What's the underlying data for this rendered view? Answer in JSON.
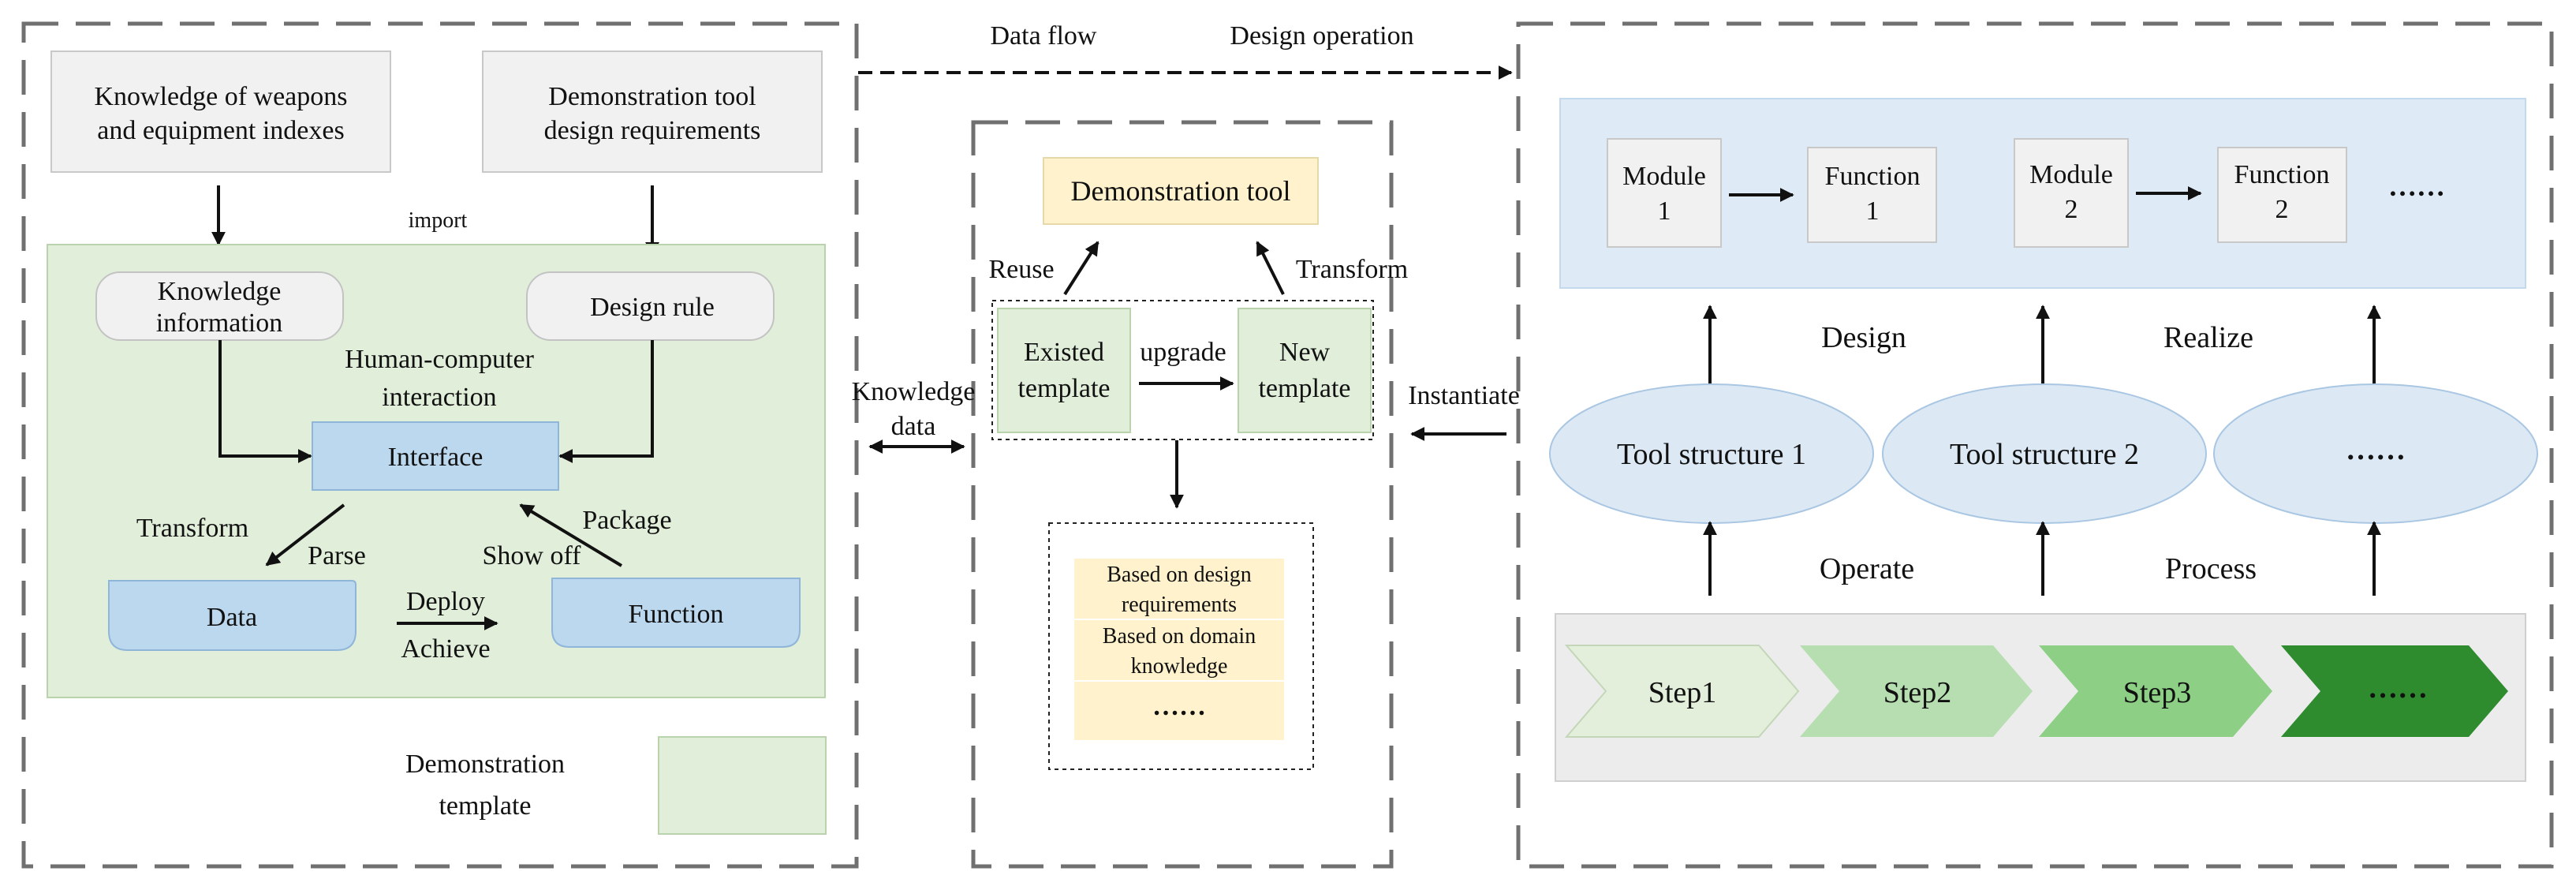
{
  "colors": {
    "grey_box": "#f1f1f1",
    "green_panel": "#e1efda",
    "blue_node": "#bcd8ee",
    "blue_panel": "#deebf7",
    "ellipse": "#dce9f5",
    "yellow": "#fff2cc",
    "step1": "#e3efdb",
    "step2": "#b6deb0",
    "step3": "#8ccf85",
    "step4": "#2e8b2e"
  },
  "left": {
    "knowledge_line1": "Knowledge of weapons",
    "knowledge_line2": "and equipment indexes",
    "design_req_line1": "Demonstration tool",
    "design_req_line2": "design requirements",
    "import": "import",
    "knowledge_info_line1": "Knowledge",
    "knowledge_info_line2": "information",
    "design_rule": "Design rule",
    "hci_line1": "Human-computer",
    "hci_line2": "interaction",
    "interface": "Interface",
    "transform": "Transform",
    "parse": "Parse",
    "package": "Package",
    "show_off": "Show off",
    "deploy": "Deploy",
    "achieve": "Achieve",
    "data": "Data",
    "function": "Function",
    "legend_line1": "Demonstration",
    "legend_line2": "template"
  },
  "top": {
    "data_flow": "Data flow",
    "design_operation": "Design operation"
  },
  "middle": {
    "knowledge_data_line1": "Knowledge",
    "knowledge_data_line2": "data",
    "demo_tool": "Demonstration tool",
    "reuse": "Reuse",
    "transform": "Transform",
    "existed_line1": "Existed",
    "existed_line2": "template",
    "upgrade": "upgrade",
    "new_line1": "New",
    "new_line2": "template",
    "basis1_line1": "Based on design",
    "basis1_line2": "requirements",
    "basis2_line1": "Based on domain",
    "basis2_line2": "knowledge",
    "basis3": "……"
  },
  "right": {
    "instantiate": "Instantiate",
    "module1_line1": "Module",
    "module1_line2": "1",
    "function1_line1": "Function",
    "function1_line2": "1",
    "module2_line1": "Module",
    "module2_line2": "2",
    "function2_line1": "Function",
    "function2_line2": "2",
    "more": "……",
    "design": "Design",
    "realize": "Realize",
    "structure1": "Tool structure 1",
    "structure2": "Tool structure 2",
    "structure3": "……",
    "operate": "Operate",
    "process": "Process",
    "step1": "Step1",
    "step2": "Step2",
    "step3": "Step3",
    "step4": "……"
  }
}
